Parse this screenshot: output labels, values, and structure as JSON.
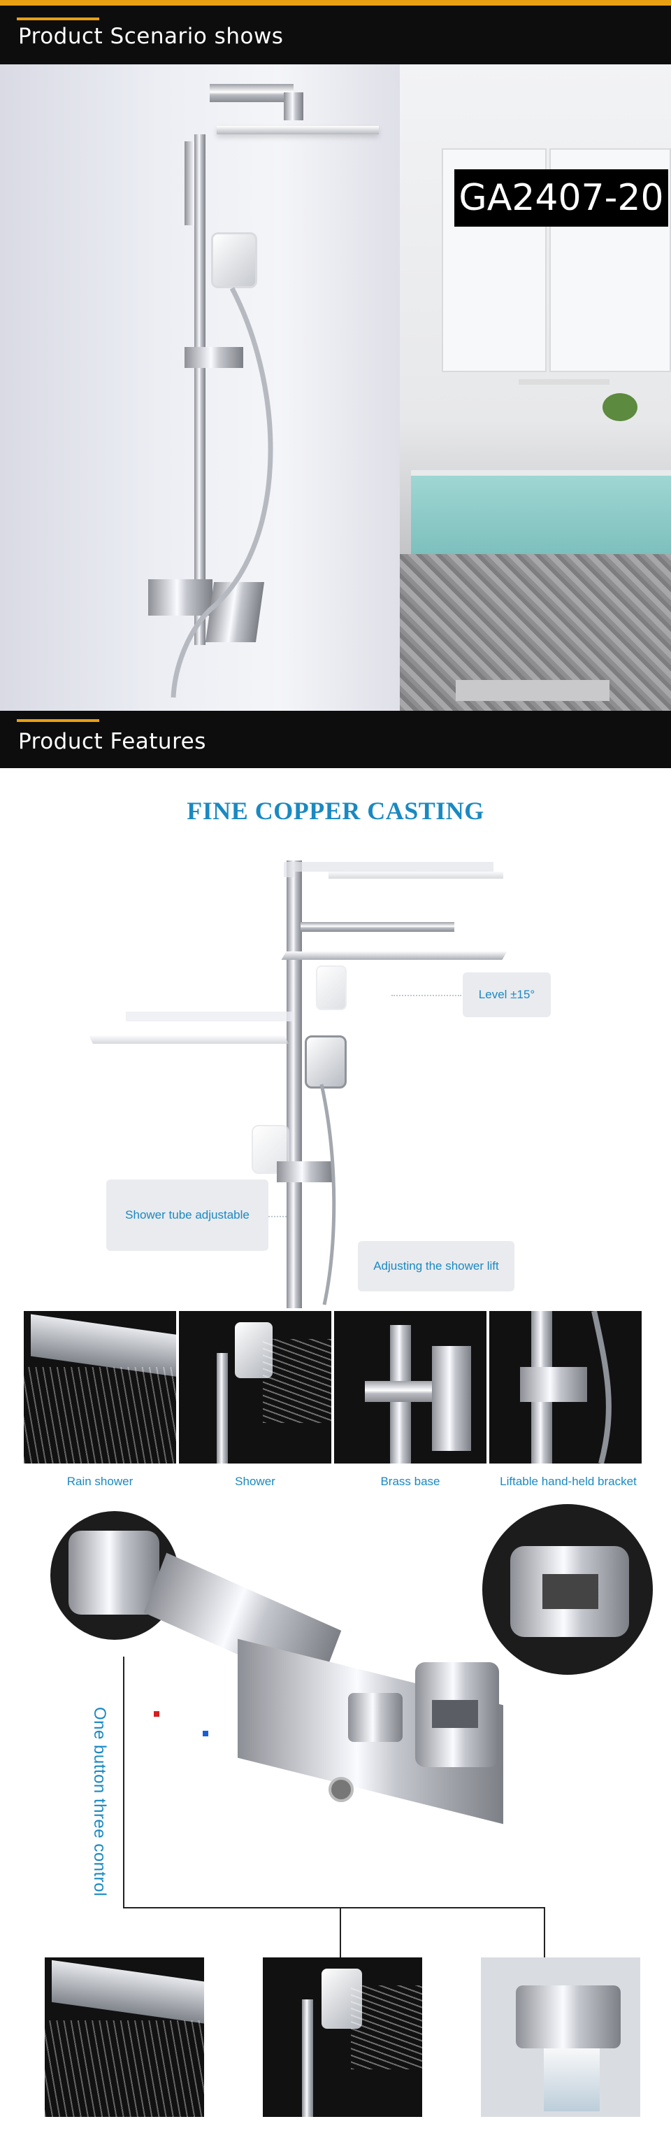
{
  "sections": {
    "scenario": {
      "title": "Product  Scenario shows"
    },
    "features": {
      "title": "Product  Features"
    }
  },
  "model_tag": "GA2407-20",
  "feature_heading": "FINE COPPER CASTING",
  "callouts": {
    "level": "Level ±15°",
    "tube": "Shower tube adjustable",
    "lift": "Adjusting the shower lift"
  },
  "thumbnails": [
    {
      "label": "Rain shower"
    },
    {
      "label": "Shower"
    },
    {
      "label": "Brass base"
    },
    {
      "label": "Liftable hand-held bracket"
    }
  ],
  "control_text": "One button three control",
  "colors": {
    "accent": "#e8a013",
    "text_blue": "#1a89c1",
    "bar": "#0d0d0d"
  }
}
